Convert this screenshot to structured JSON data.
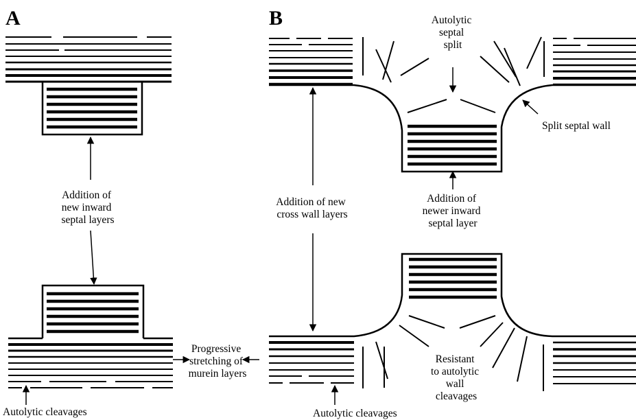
{
  "panels": {
    "a": {
      "letter": "A"
    },
    "b": {
      "letter": "B"
    }
  },
  "labels": {
    "a_addition": [
      "Addition of",
      "new inward",
      "septal layers"
    ],
    "a_cleavages": "Autolytic cleavages",
    "progressive": [
      "Progressive",
      "stretching of",
      "murein layers"
    ],
    "b_septal_split": [
      "Autolytic",
      "septal",
      "split"
    ],
    "b_split_wall": "Split septal wall",
    "b_cross_wall": [
      "Addition of new",
      "cross wall layers"
    ],
    "b_newer": [
      "Addition of",
      "newer inward",
      "septal layer"
    ],
    "b_resistant": [
      "Resistant",
      "to autolytic",
      "wall",
      "cleavages"
    ],
    "b_cleavages": "Autolytic cleavages"
  }
}
